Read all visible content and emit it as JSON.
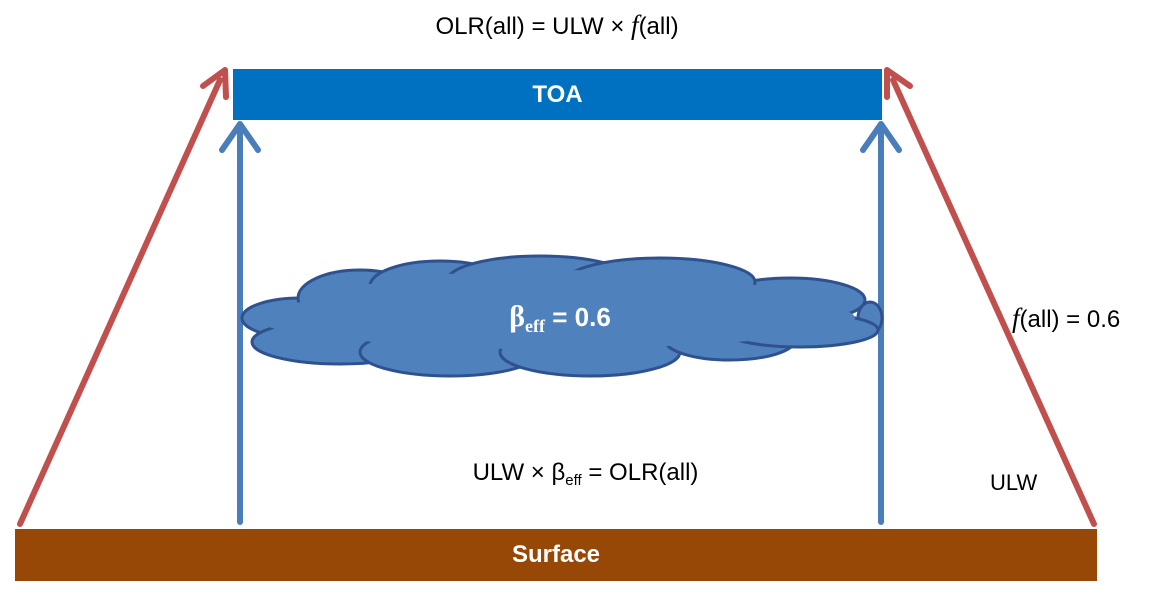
{
  "title_equation": {
    "prefix": "OLR(all) = ULW × ",
    "f": "f",
    "suffix": "(all)"
  },
  "toa": {
    "label": "TOA"
  },
  "surface": {
    "label": "Surface"
  },
  "cloud": {
    "beta": "β",
    "sub": "eff",
    "value": " = 0.6"
  },
  "bottom_equation": {
    "prefix": "ULW × β",
    "sub": "eff",
    "suffix": " = OLR(all)"
  },
  "f_all_label": {
    "f": "f",
    "text": "(all) = 0.6"
  },
  "ulw_label": "ULW",
  "colors": {
    "toa": "#0070C0",
    "surface": "#974806",
    "cloud_fill": "#4F81BD",
    "cloud_stroke": "#2F528F",
    "blue_arrow": "#4A7EBB",
    "red_arrow": "#C0504D"
  }
}
